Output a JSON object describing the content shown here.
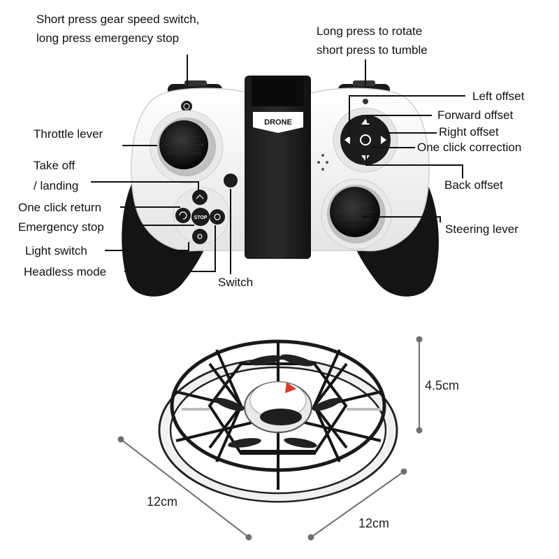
{
  "controller": {
    "logo": "DRONE",
    "stop_button": "STOP",
    "labels": {
      "gear_switch_line1": "Short press gear speed switch,",
      "gear_switch_line2": "long press emergency stop",
      "rotate_line1": "Long press to rotate",
      "rotate_line2": "short press to tumble",
      "throttle": "Throttle lever",
      "takeoff_line1": "Take off",
      "takeoff_line2": "/ landing",
      "return": "One click return",
      "emergency": "Emergency stop",
      "light": "Light switch",
      "headless": "Headless mode",
      "switch": "Switch",
      "left_offset": "Left offset",
      "forward_offset": "Forward offset",
      "right_offset": "Right offset",
      "correction": "One click correction",
      "back_offset": "Back offset",
      "steering": "Steering lever"
    }
  },
  "drone": {
    "height": "4.5cm",
    "width_left": "12cm",
    "width_right": "12cm"
  },
  "colors": {
    "controller_body": "#f2f2f2",
    "controller_dark": "#111111",
    "leader": "#111111",
    "dimension_line": "#6f6f6f"
  }
}
